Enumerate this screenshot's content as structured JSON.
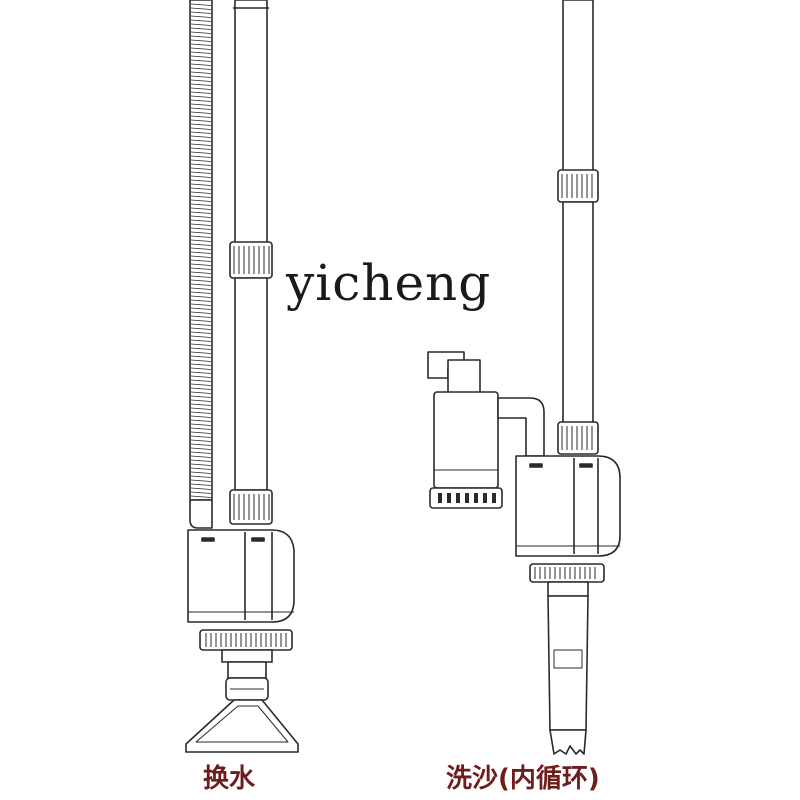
{
  "watermark": "yicheng",
  "labels": {
    "left": "换水",
    "right": "洗沙(内循环)"
  },
  "colors": {
    "line": "#2a2a2a",
    "fill": "#ffffff",
    "label": "#6e1c1c"
  }
}
